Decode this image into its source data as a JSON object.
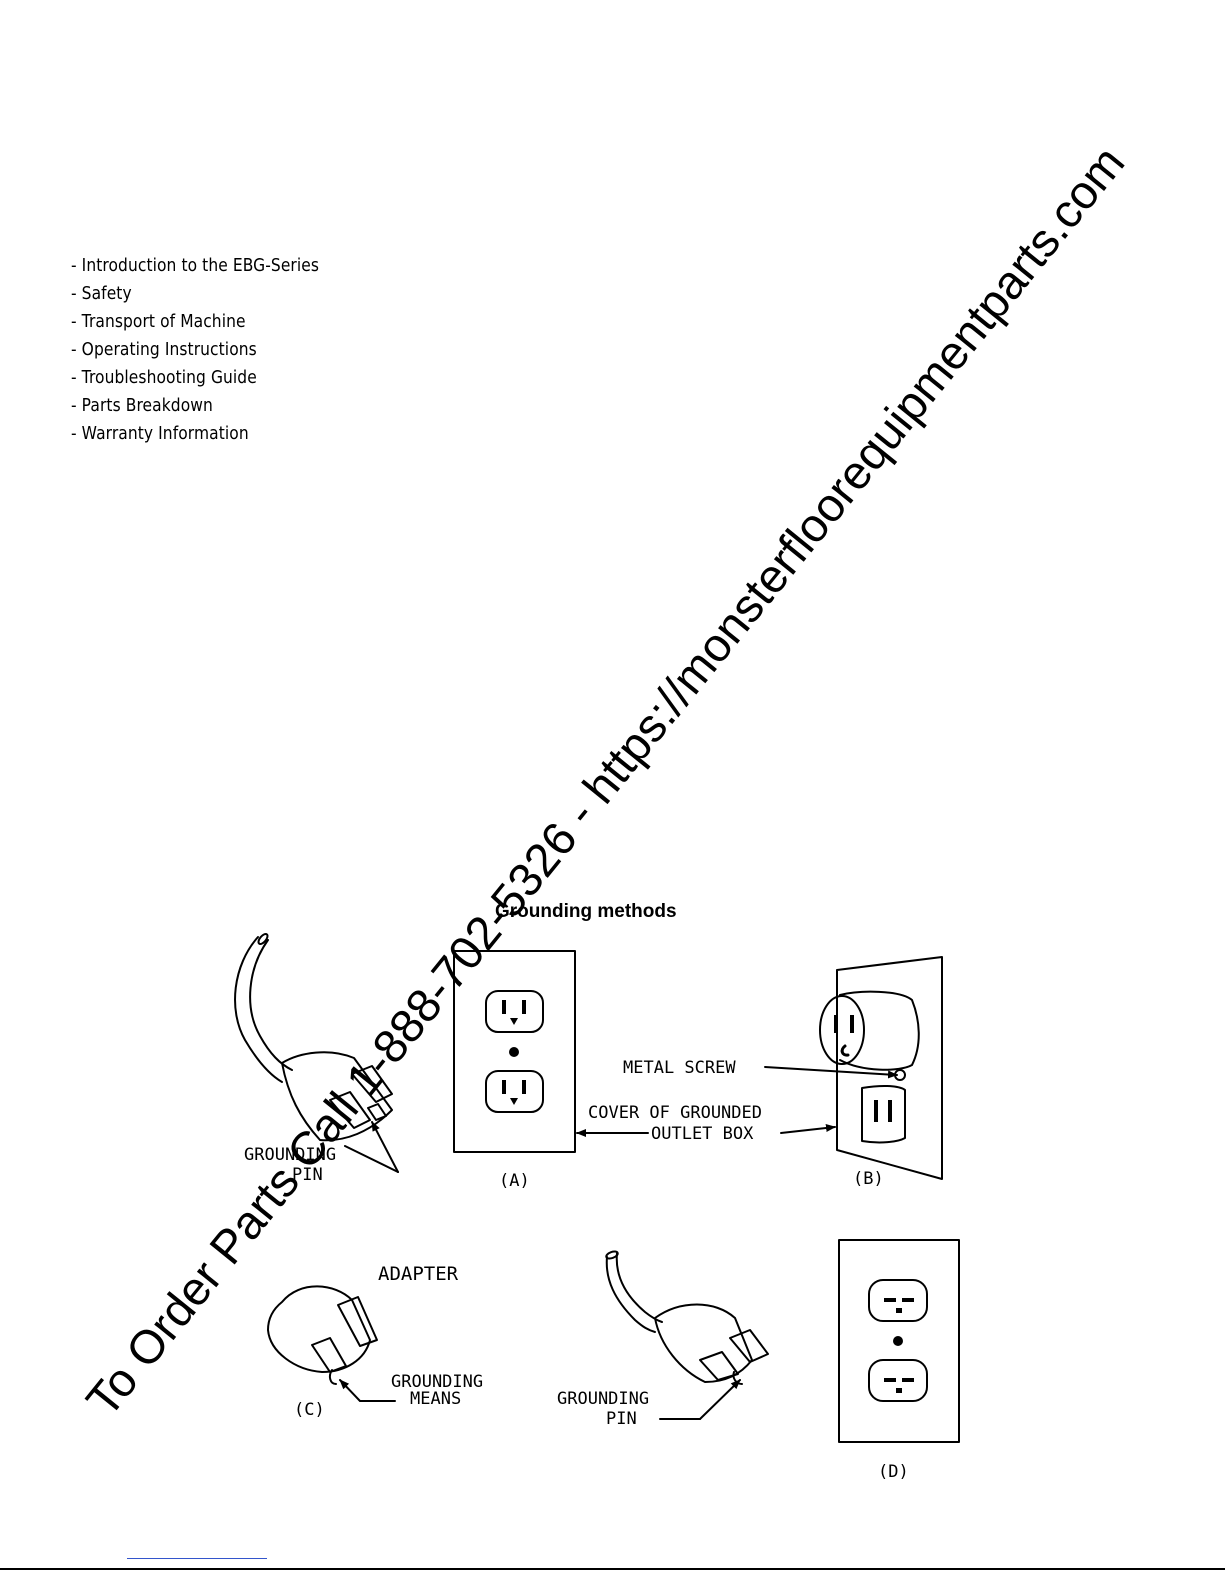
{
  "toc": {
    "items": [
      "- Introduction to the EBG-Series",
      "- Safety",
      "- Transport of Machine",
      "- Operating Instructions",
      "- Troubleshooting Guide",
      "- Parts Breakdown",
      "- Warranty Information"
    ]
  },
  "figure": {
    "title": "Grounding methods",
    "labels": {
      "grounding_pin_a_line1": "GROUNDING",
      "grounding_pin_a_line2": "PIN",
      "caption_a": "(A)",
      "metal_screw": "METAL SCREW",
      "cover_line1": "COVER OF GROUNDED",
      "cover_line2": "OUTLET BOX",
      "caption_b": "(B)",
      "adapter": "ADAPTER",
      "grounding_means_line1": "GROUNDING",
      "grounding_means_line2": "MEANS",
      "caption_c": "(C)",
      "grounding_pin_d_line1": "GROUNDING",
      "grounding_pin_d_line2": "PIN",
      "caption_d": "(D)"
    }
  },
  "watermark": {
    "text": "To Order Parts Call 1-888-702-5326 - https://monsterfloorequipmentparts.com"
  }
}
